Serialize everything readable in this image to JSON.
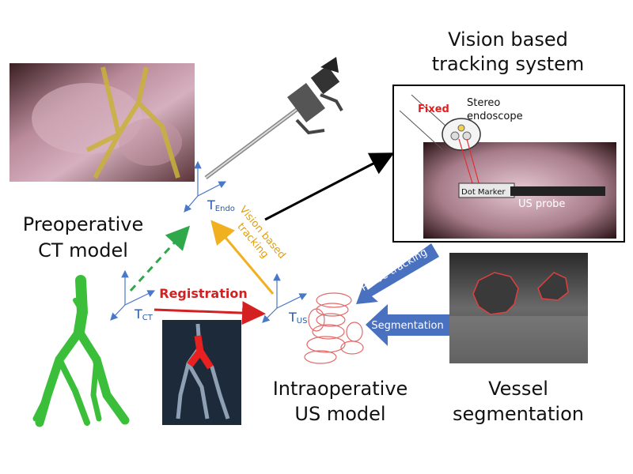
{
  "titles": {
    "vision_system_line1": "Vision based",
    "vision_system_line2": "tracking system",
    "preop_line1": "Preoperative",
    "preop_line2": "CT model",
    "intraop_line1": "Intraoperative",
    "intraop_line2": "US model",
    "vessel_line1": "Vessel",
    "vessel_line2": "segmentation"
  },
  "frames": {
    "endo_main": "T",
    "endo_sub": "Endo",
    "ct_main": "T",
    "ct_sub": "CT",
    "us_main": "T",
    "us_sub": "US"
  },
  "arrows": {
    "registration": "Registration",
    "vision_line1": "Vision based",
    "vision_line2": "tracking",
    "probe_tracking": "Probe tracking",
    "segmentation": "Segmentation"
  },
  "inset": {
    "fixed": "Fixed",
    "stereo_line1": "Stereo",
    "stereo_line2": "endoscope",
    "dot_marker": "Dot Marker",
    "us_probe": "US probe"
  },
  "colors": {
    "registration_arrow": "#d42020",
    "vision_arrow": "#f0b020",
    "blue_arrow": "#4a70c0",
    "ct_green": "#3bbf3b",
    "dashed_green": "#2fa84a",
    "frame_blue": "#4a78c8"
  }
}
